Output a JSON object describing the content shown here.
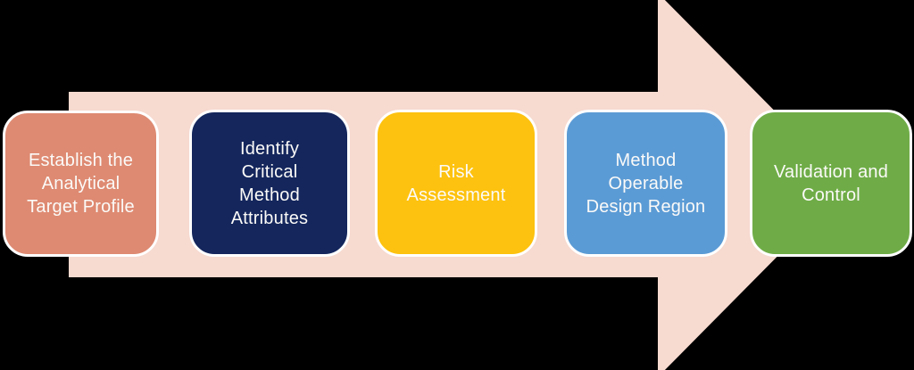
{
  "background_color": "#000000",
  "arrow": {
    "fill": "#F7DAD0",
    "direction": "right"
  },
  "text_color": "#FBFAF8",
  "border_color": "#FFFFFF",
  "steps": [
    {
      "color": "#DE8A72",
      "lines": [
        "Establish the",
        "Analytical",
        "Target Profile"
      ]
    },
    {
      "color": "#14265C",
      "lines": [
        "Identify",
        "Critical",
        "Method",
        "Attributes"
      ]
    },
    {
      "color": "#FDC20F",
      "lines": [
        "Risk",
        "Assessment"
      ]
    },
    {
      "color": "#5B9BD5",
      "lines": [
        "Method",
        "Operable",
        "Design Region"
      ]
    },
    {
      "color": "#6FAC47",
      "lines": [
        "Validation and",
        "Control"
      ]
    }
  ]
}
